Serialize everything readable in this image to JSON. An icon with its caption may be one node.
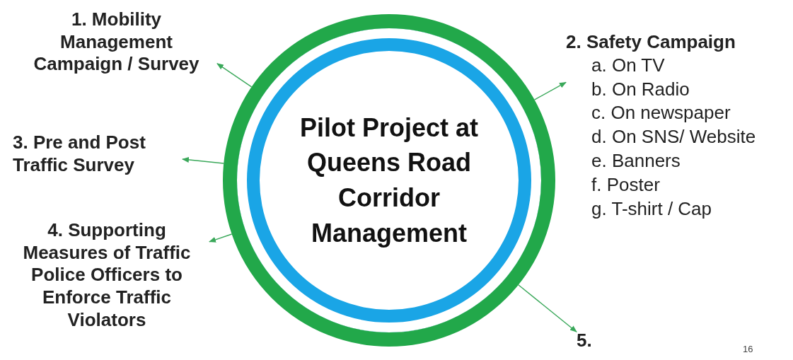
{
  "diagram": {
    "nodes": [
      {
        "text": [
          "Pilot Project at Queens Road Corridor Management"
        ]
      },
      {
        "text": [
          "1. Mobility Management Campaign / Survey"
        ]
      },
      {
        "text": [
          "2. Safety Campaign",
          "a. On TV",
          "b. On Radio",
          "c. On newspaper",
          "d. On SNS/ Website",
          "e. Banners",
          "f. Poster",
          "g. T-shirt / Cap"
        ]
      },
      {
        "text": [
          "3. Pre and Post Traffic Survey"
        ]
      },
      {
        "text": [
          "4. Supporting Measures of Traffic Police Officers to Enforce Traffic Violators"
        ]
      },
      {
        "text": [
          "5."
        ]
      }
    ],
    "edges": [
      {
        "from": 0,
        "to": 1,
        "arrow": "to"
      },
      {
        "from": 0,
        "to": 2,
        "arrow": "to"
      },
      {
        "from": 0,
        "to": 3,
        "arrow": "to"
      },
      {
        "from": 0,
        "to": 4,
        "arrow": "to"
      },
      {
        "from": 0,
        "to": 5,
        "arrow": "to"
      }
    ],
    "labels": [
      "16"
    ]
  }
}
